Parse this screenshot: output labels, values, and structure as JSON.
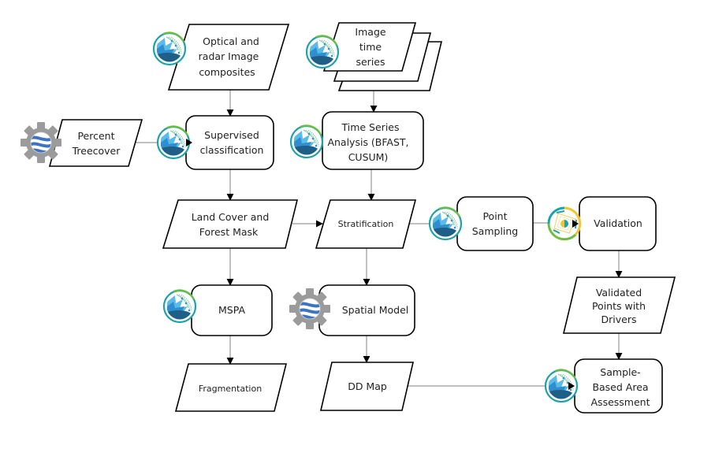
{
  "diagram": {
    "type": "flowchart",
    "nodes": [
      {
        "id": "optical",
        "shape": "parallelogram",
        "lines": [
          "Optical and",
          "radar Image",
          "composites"
        ],
        "icon": "sepal-logo-icon"
      },
      {
        "id": "timeseries",
        "shape": "stacked-parallelogram",
        "lines": [
          "Image",
          "time",
          "series"
        ],
        "icon": "sepal-logo-icon"
      },
      {
        "id": "treecover",
        "shape": "parallelogram",
        "lines": [
          "Percent",
          "Treecover"
        ],
        "icon": "earth-engine-gear-icon"
      },
      {
        "id": "supervised",
        "shape": "rounded-rect",
        "lines": [
          "Supervised",
          "classification"
        ],
        "icon": "sepal-logo-icon"
      },
      {
        "id": "tsanalysis",
        "shape": "rounded-rect",
        "lines": [
          "Time Series",
          "Analysis (BFAST,",
          "CUSUM)"
        ],
        "icon": "sepal-logo-icon"
      },
      {
        "id": "landcover",
        "shape": "parallelogram",
        "lines": [
          "Land Cover and",
          "Forest Mask"
        ],
        "icon": null
      },
      {
        "id": "stratification",
        "shape": "parallelogram",
        "lines": [
          "Stratification"
        ],
        "icon": null
      },
      {
        "id": "sampling",
        "shape": "rounded-rect",
        "lines": [
          "Point",
          "Sampling"
        ],
        "icon": "sepal-logo-icon"
      },
      {
        "id": "validation",
        "shape": "rounded-rect",
        "lines": [
          "Validation"
        ],
        "icon": "collect-earth-icon"
      },
      {
        "id": "mspa",
        "shape": "rounded-rect",
        "lines": [
          "MSPA"
        ],
        "icon": "sepal-logo-icon"
      },
      {
        "id": "spatial",
        "shape": "rounded-rect",
        "lines": [
          "Spatial Model"
        ],
        "icon": "earth-engine-gear-icon"
      },
      {
        "id": "validated",
        "shape": "parallelogram",
        "lines": [
          "Validated",
          "Points with",
          "Drivers"
        ],
        "icon": null
      },
      {
        "id": "fragmentation",
        "shape": "parallelogram",
        "lines": [
          "Fragmentation"
        ],
        "icon": null
      },
      {
        "id": "ddmap",
        "shape": "parallelogram",
        "lines": [
          "DD Map"
        ],
        "icon": null
      },
      {
        "id": "sbaa",
        "shape": "rounded-rect",
        "lines": [
          "Sample-",
          "Based Area",
          "Assessment"
        ],
        "icon": "sepal-logo-icon"
      }
    ],
    "edges": [
      {
        "from": "optical",
        "to": "supervised"
      },
      {
        "from": "treecover",
        "to": "supervised"
      },
      {
        "from": "timeseries",
        "to": "tsanalysis"
      },
      {
        "from": "supervised",
        "to": "landcover"
      },
      {
        "from": "tsanalysis",
        "to": "stratification"
      },
      {
        "from": "landcover",
        "to": "stratification"
      },
      {
        "from": "stratification",
        "to": "sampling"
      },
      {
        "from": "sampling",
        "to": "validation"
      },
      {
        "from": "landcover",
        "to": "mspa"
      },
      {
        "from": "stratification",
        "to": "spatial"
      },
      {
        "from": "validation",
        "to": "validated"
      },
      {
        "from": "mspa",
        "to": "fragmentation"
      },
      {
        "from": "spatial",
        "to": "ddmap"
      },
      {
        "from": "validated",
        "to": "sbaa"
      },
      {
        "from": "ddmap",
        "to": "sbaa"
      }
    ],
    "colors": {
      "stroke": "#000000",
      "connector": "#808080",
      "sepal_blue": "#2e8fd0",
      "sepal_teal": "#1aa3a8",
      "sepal_green": "#6cbf3a",
      "sepal_dark": "#1f5e86",
      "gear_gray": "#9b9b9b",
      "globe_blue": "#3b73c7",
      "collect_yellow": "#f4c430"
    }
  }
}
